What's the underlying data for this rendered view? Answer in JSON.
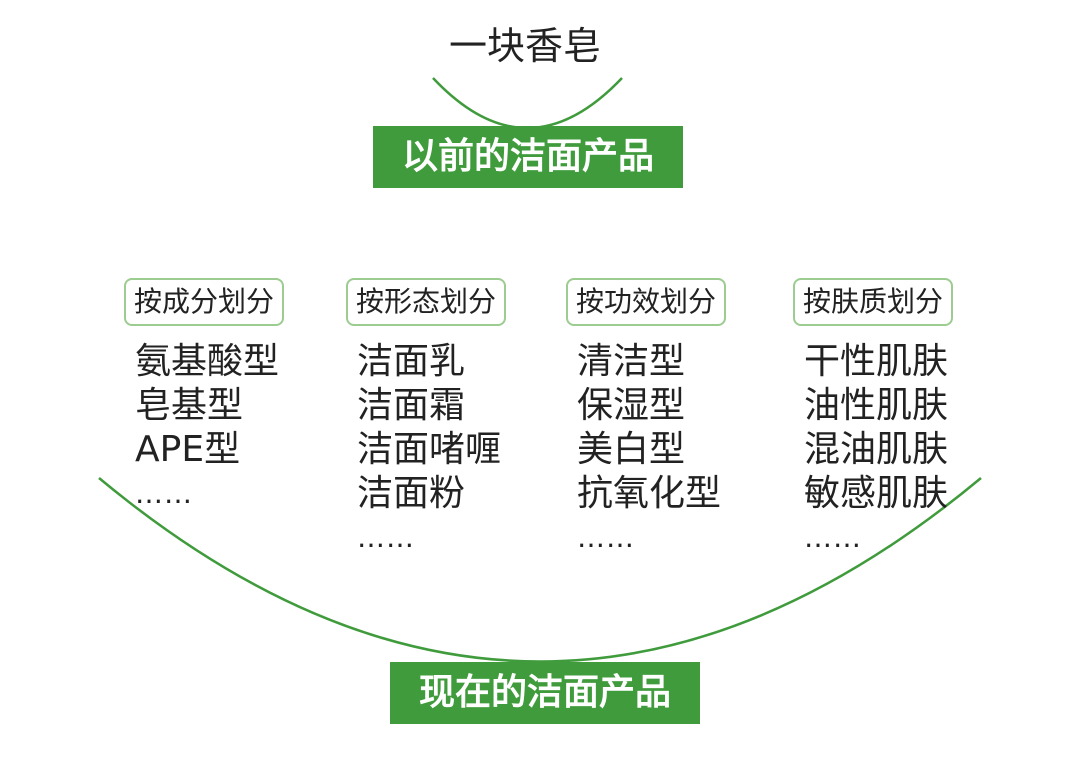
{
  "top": {
    "title": "一块香皂",
    "banner": "以前的洁面产品"
  },
  "bottom": {
    "banner": "现在的洁面产品"
  },
  "columns": [
    {
      "header": "按成分划分",
      "items": [
        "氨基酸型",
        "皂基型",
        "APE型",
        "……"
      ]
    },
    {
      "header": "按形态划分",
      "items": [
        "洁面乳",
        "洁面霜",
        "洁面啫喱",
        "洁面粉",
        "……"
      ]
    },
    {
      "header": "按功效划分",
      "items": [
        "清洁型",
        "保湿型",
        "美白型",
        "抗氧化型",
        "……"
      ]
    },
    {
      "header": "按肤质划分",
      "items": [
        "干性肌肤",
        "油性肌肤",
        "混油肌肤",
        "敏感肌肤",
        "……"
      ]
    }
  ],
  "colors": {
    "green": "#3f9b3b",
    "header_border": "#9ccc90",
    "text": "#222222"
  }
}
